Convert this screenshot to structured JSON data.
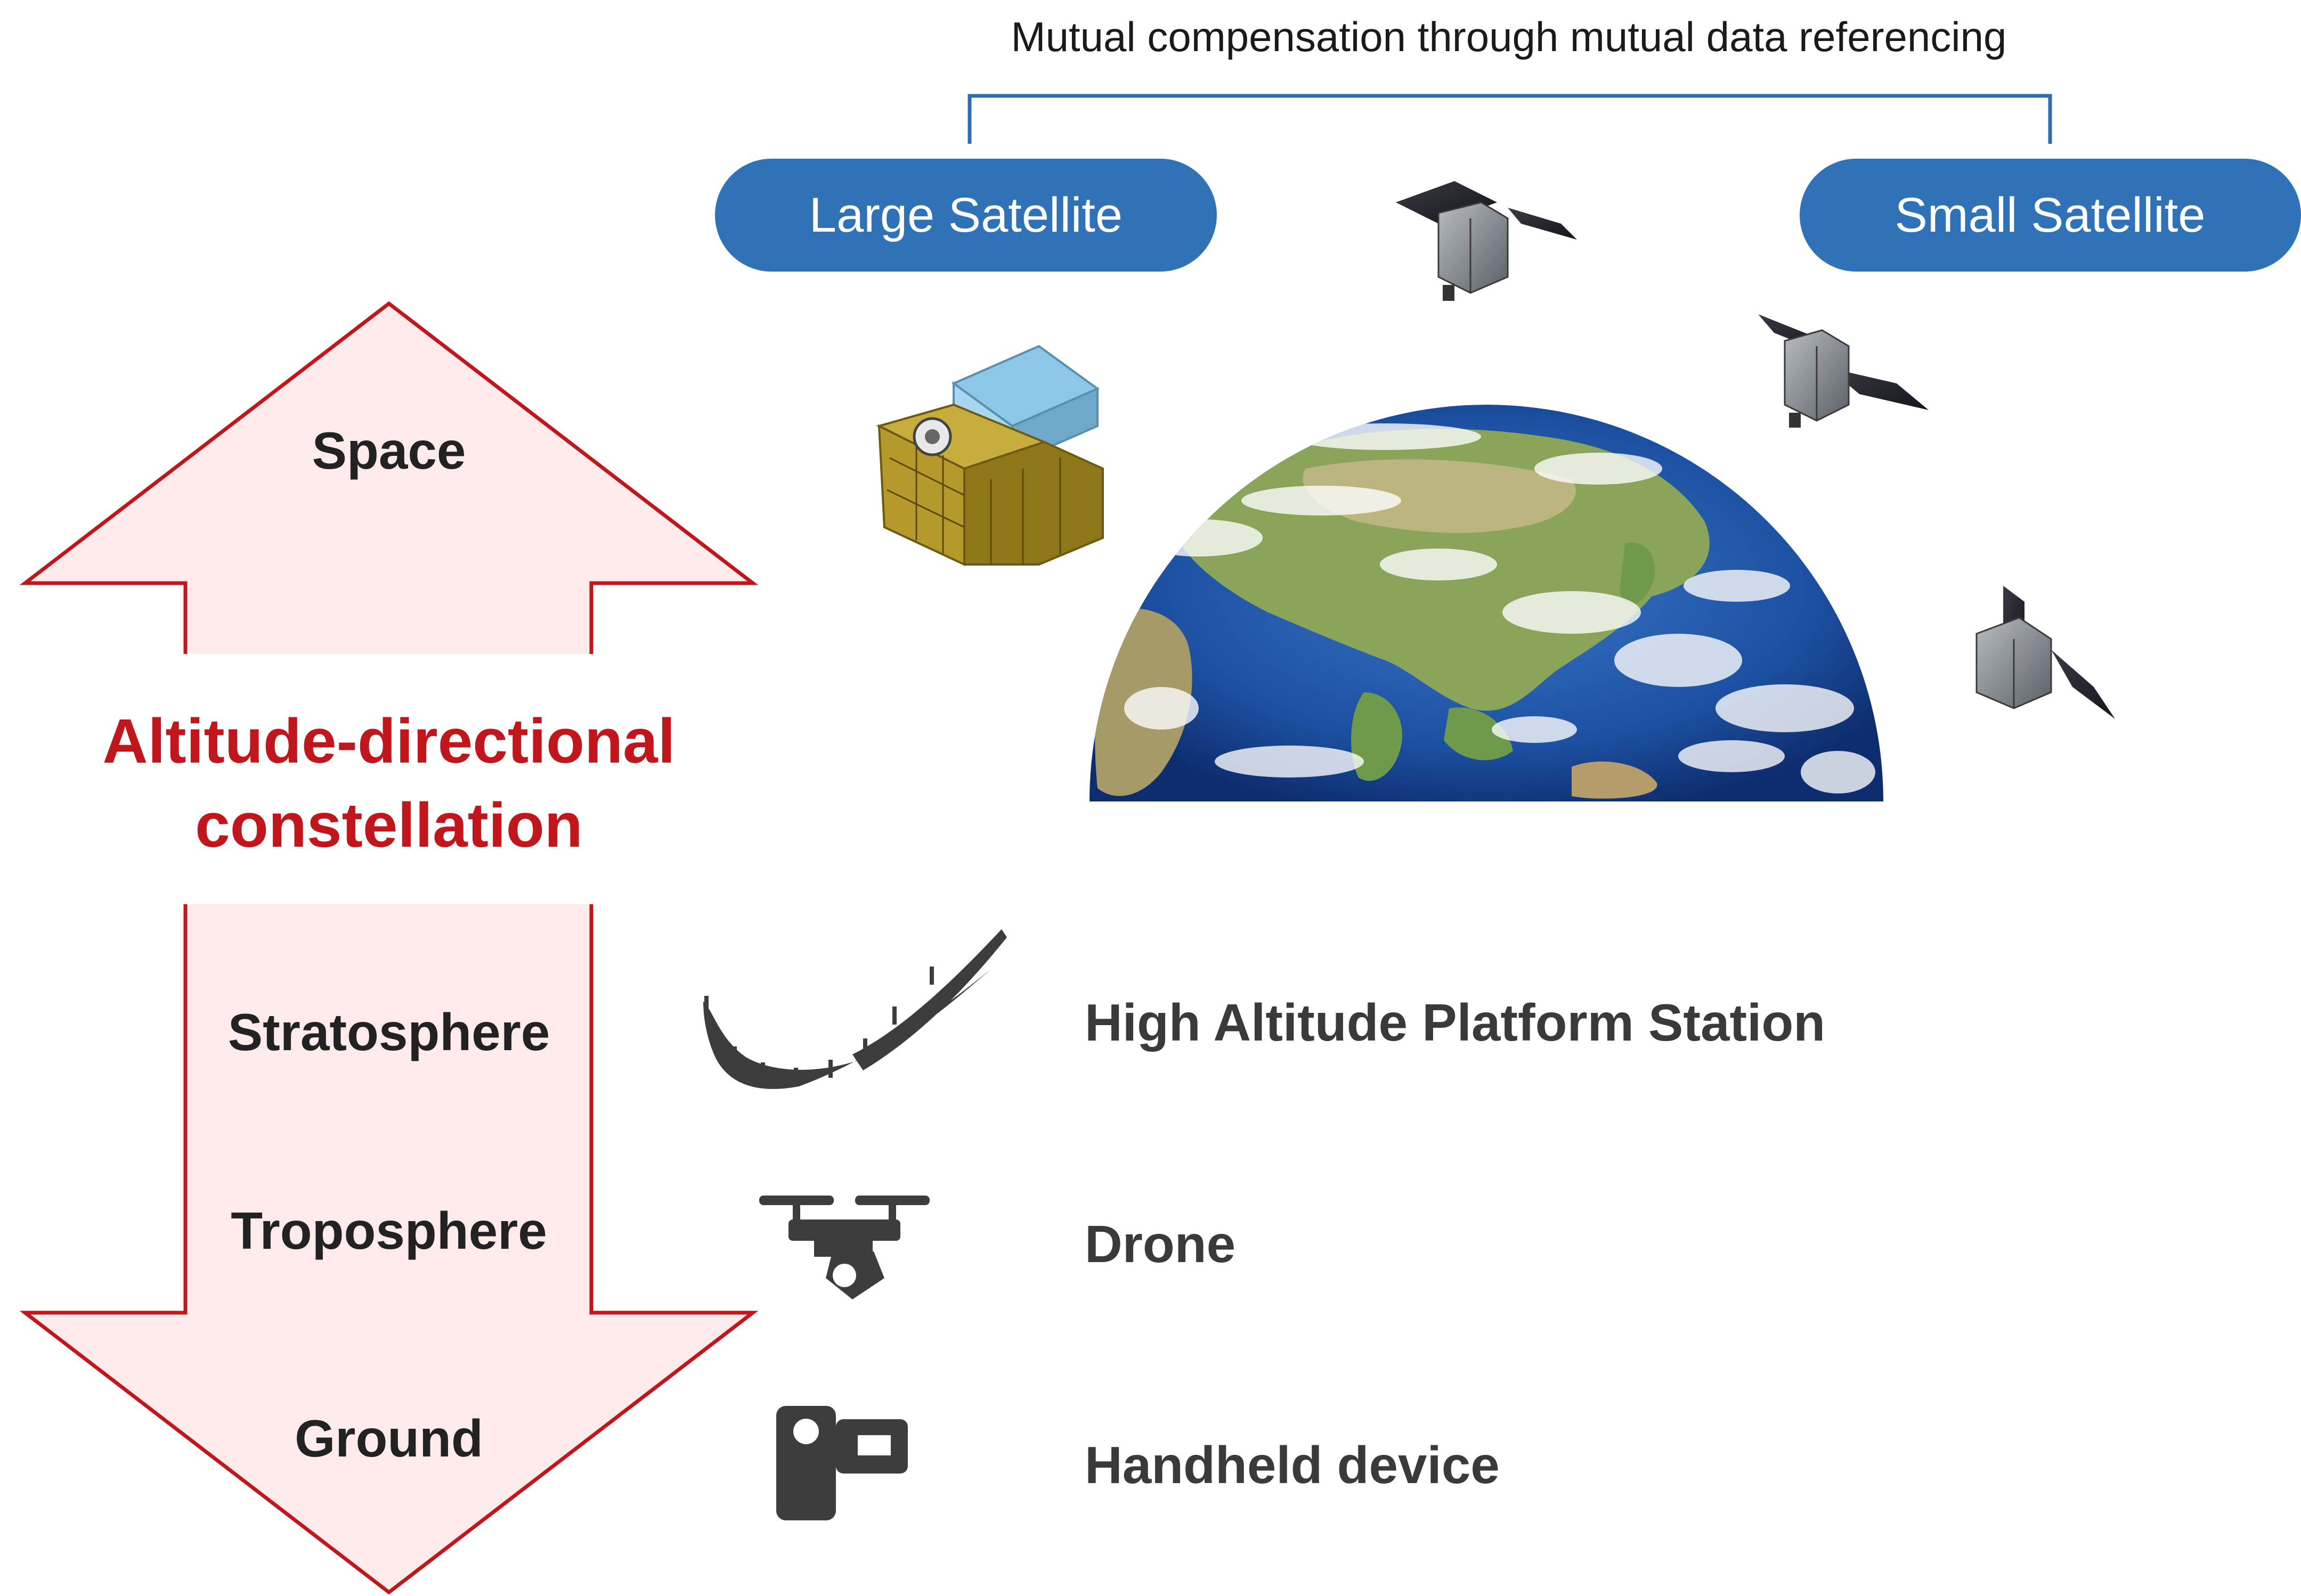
{
  "header": {
    "mutual_text": "Mutual compensation through mutual data referencing",
    "bracket_color": "#2e6db4"
  },
  "satellites": {
    "large_label": "Large Satellite",
    "small_label": "Small Satellite",
    "pill_color": "#2f72b8"
  },
  "altitude_arrow": {
    "top_label": "Space",
    "center_label_line1": "Altitude-directional",
    "center_label_line2": "constellation",
    "levels": [
      "Stratosphere",
      "Troposphere",
      "Ground"
    ],
    "stroke_color": "#c0161c",
    "fill_color": "#fdeaea",
    "title_color": "#c0161c"
  },
  "platforms": [
    {
      "label": "High Altitude Platform Station",
      "icon": "haps-aircraft-icon"
    },
    {
      "label": "Drone",
      "icon": "drone-icon"
    },
    {
      "label": "Handheld device",
      "icon": "handheld-camera-icon"
    }
  ],
  "globe": {
    "icon": "earth-globe-icon"
  }
}
